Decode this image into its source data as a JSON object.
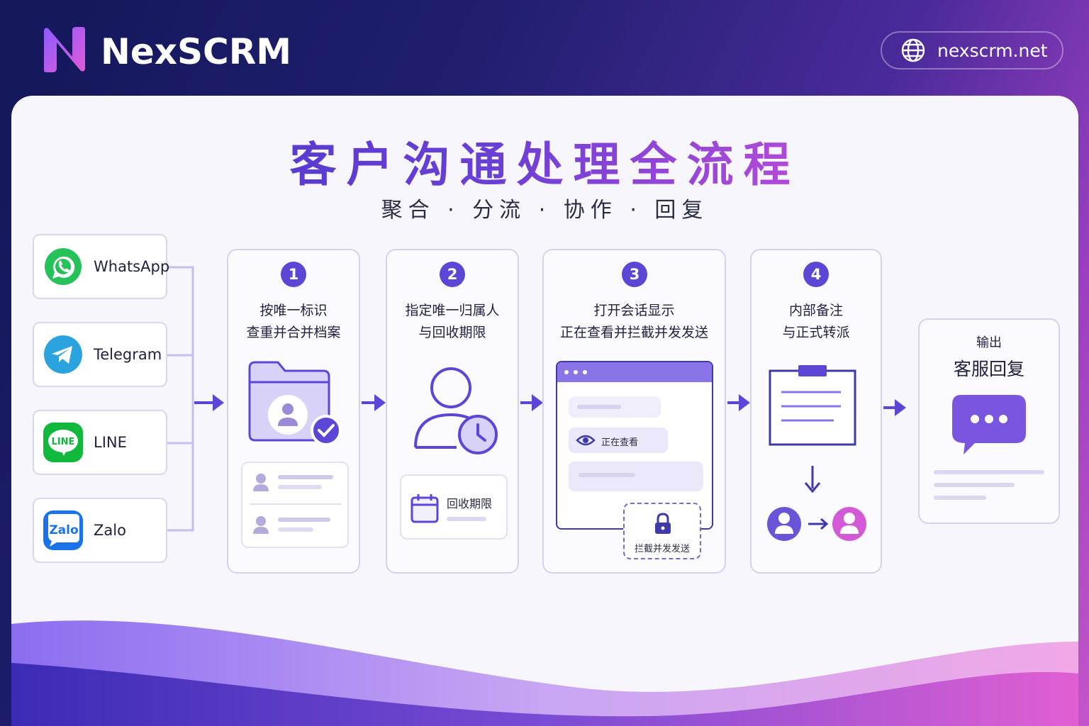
{
  "header": {
    "brand": "NexSCRM",
    "site": "nexscrm.net"
  },
  "diagram": {
    "title": "客户沟通处理全流程",
    "subtitle": "聚合 · 分流 · 协作 · 回复",
    "channels": [
      {
        "label": "WhatsApp",
        "icon": "whatsapp-icon",
        "color": "#25c25a"
      },
      {
        "label": "Telegram",
        "icon": "telegram-icon",
        "color": "#2aa3de"
      },
      {
        "label": "LINE",
        "icon": "line-icon",
        "color": "#10b83c"
      },
      {
        "label": "Zalo",
        "icon": "zalo-icon",
        "color": "#1a73e8"
      }
    ],
    "steps": [
      {
        "number": "1",
        "line1": "按唯一标识",
        "line2": "查重并合并档案"
      },
      {
        "number": "2",
        "line1": "指定唯一归属人",
        "line2": "与回收期限",
        "badge": "回收期限"
      },
      {
        "number": "3",
        "line1": "打开会话显示",
        "line2": "正在查看并拦截并发发送",
        "viewing": "正在查看",
        "blocked": "拦截并发发送"
      },
      {
        "number": "4",
        "line1": "内部备注",
        "line2": "与正式转派"
      }
    ],
    "output": {
      "label": "输出",
      "title": "客服回复"
    }
  },
  "colors": {
    "accent": "#5c46d6",
    "pink": "#d35ad6",
    "border": "#d6d2ee"
  }
}
